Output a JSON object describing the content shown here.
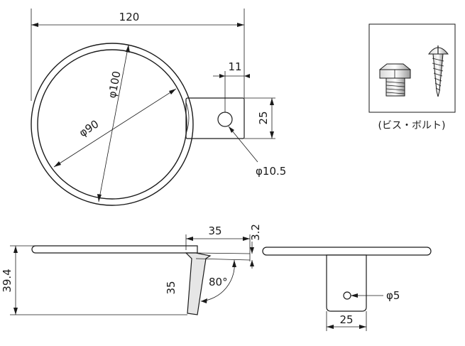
{
  "top_view": {
    "width_dim": "120",
    "outer_diameter_dim": "φ100",
    "inner_diameter_dim": "φ90",
    "tab_offset_dim": "11",
    "tab_height_dim": "25",
    "hole_diameter_dim": "φ10.5"
  },
  "hardware_box": {
    "caption": "(ビス・ボルト)"
  },
  "side_view": {
    "tab_length_dim": "35",
    "thickness_dim": "3.2",
    "height_dim": "39.4",
    "leg_length_dim": "35",
    "angle_dim": "80°"
  },
  "front_view": {
    "hole_diameter_dim": "φ5",
    "tab_width_dim": "25"
  },
  "colors": {
    "line": "#1a1a1a",
    "shade": "#e6e6e6",
    "background": "#ffffff"
  }
}
